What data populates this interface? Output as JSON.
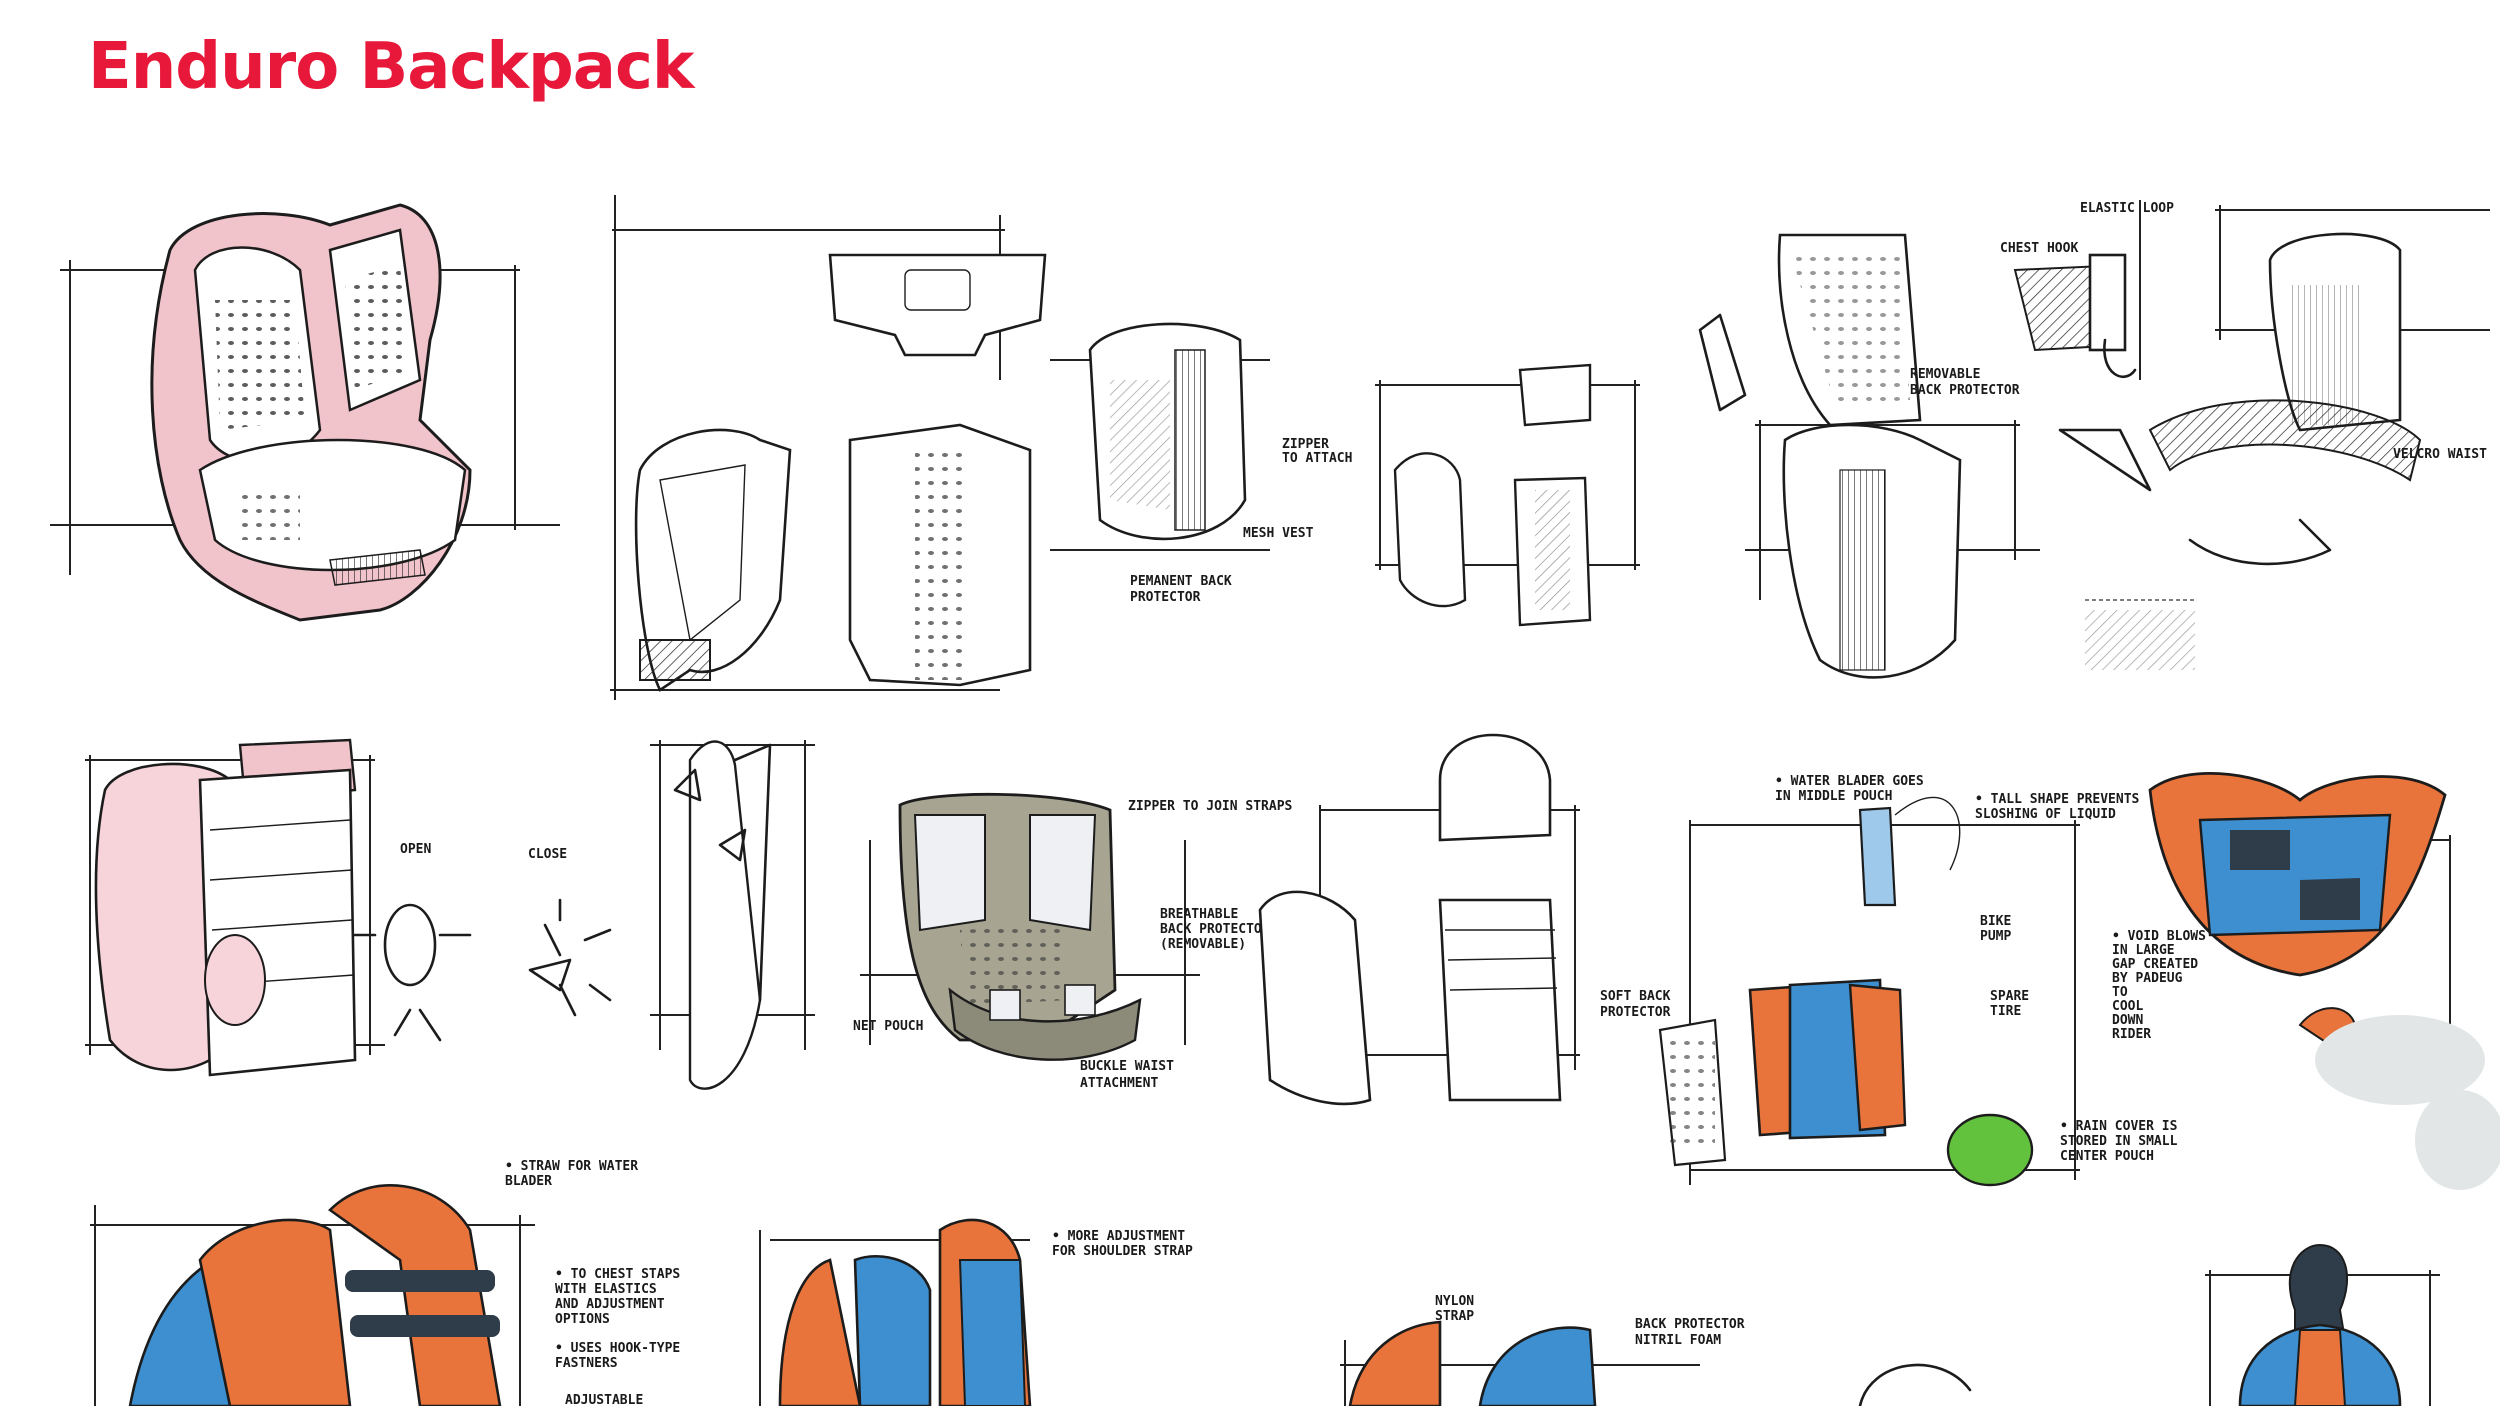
{
  "title": "Enduro Backpack",
  "colors": {
    "title": "#e8183a",
    "pink_marker": "#e9a9b4",
    "orange_marker": "#e8743b",
    "blue_marker": "#3d8fd0",
    "grey_marker": "#8c8a78",
    "green_marker": "#63c23d",
    "dark_marker": "#2f3d4a"
  },
  "annotations": {
    "elastic_loop": "ELASTIC LOOP",
    "chest_hook": "CHEST HOOK",
    "removable_back_protector": [
      "REMOVABLE",
      "BACK PROTECTOR"
    ],
    "velcro_waist": "VELCRO WAIST",
    "zipper_to_attach": [
      "ZIPPER",
      "TO ATTACH"
    ],
    "mesh_vest": "MESH VEST",
    "permanent_back_protector": [
      "PEMANENT BACK",
      "PROTECTOR"
    ],
    "open": "OPEN",
    "close": "CLOSE",
    "zipper_to_join_straps": "ZIPPER TO JOIN STRAPS",
    "breathable_back_protector": [
      "BREATHABLE",
      "BACK PROTECTOR",
      "(REMOVABLE)"
    ],
    "net_pouch": "NET POUCH",
    "buckle_waist_attachment": [
      "BUCKLE WAIST",
      "ATTACHMENT"
    ],
    "soft_back_protector": [
      "SOFT BACK",
      "PROTECTOR"
    ],
    "water_bladder": [
      "• WATER BLADER GOES",
      "IN MIDDLE POUCH"
    ],
    "tall_shape": [
      "• TALL SHAPE PREVENTS",
      "SLOSHING OF LIQUID"
    ],
    "bike_pump": [
      "BIKE",
      "PUMP"
    ],
    "spare_tire": [
      "SPARE",
      "TIRE"
    ],
    "rain_cover": [
      "• RAIN COVER IS",
      "STORED IN SMALL",
      "CENTER POUCH"
    ],
    "void_blows": [
      "• VOID BLOWS",
      "IN LARGE",
      "GAP CREATED",
      "BY PADEUG",
      "TO",
      "COOL",
      "DOWN",
      "RIDER"
    ],
    "straw": [
      "• STRAW FOR WATER",
      "BLADER"
    ],
    "chest_straps": [
      "• TO CHEST STAPS",
      "WITH ELASTICS",
      "AND ADJUSTMENT",
      "OPTIONS"
    ],
    "hook_type": [
      "• USES HOOK-TYPE",
      "FASTNERS"
    ],
    "adjustable": "ADJUSTABLE",
    "more_adjustment": [
      "• MORE ADJUSTMENT",
      "FOR SHOULDER STRAP"
    ],
    "nylon_strap": [
      "NYLON",
      "STRAP"
    ],
    "back_protector_foam": [
      "BACK PROTECTOR",
      "NITRIL FOAM"
    ]
  },
  "sketches": [
    "pink-vest-sketch",
    "exploded-components-sketch",
    "small-pieces-sketch",
    "removable-protector-sketch",
    "chest-hook-sketch",
    "velcro-waist-sketch",
    "pink-side-sketch",
    "open-close-sketch",
    "folding-panel-sketch",
    "grey-vest-sketch",
    "protector-stack-sketch",
    "blue-orange-system-sketch",
    "orange-top-view-sketch",
    "orange-blue-rear-sketch",
    "orange-blue-straps-sketch",
    "nylon-strap-sketch",
    "mannequin-sketch"
  ]
}
